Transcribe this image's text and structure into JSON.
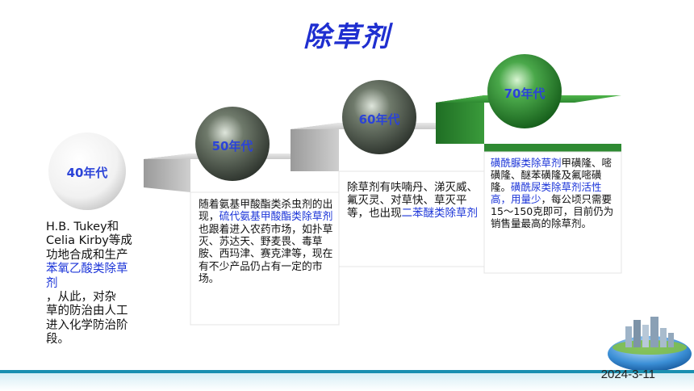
{
  "title": "除草剂",
  "steps": [
    {
      "label": "40年代",
      "parts": [
        {
          "t": "H.B. Tukey和"
        },
        {
          "t": "Celia Kirby等成"
        },
        {
          "t": "功地合成和生产"
        },
        {
          "t": "苯氧乙酸类除草",
          "hl": true
        },
        {
          "t": "剂",
          "hl": true
        },
        {
          "t": "，从此，对杂"
        },
        {
          "t": "草的防治由人工"
        },
        {
          "t": "进入化学防治阶"
        },
        {
          "t": "段。"
        }
      ]
    },
    {
      "label": "50年代",
      "parts": [
        {
          "t": "随着氨基甲酸酯类杀虫剂的出现，"
        },
        {
          "t": "硫代氨基甲酸酯类除草剂",
          "hl": true
        },
        {
          "t": "也跟着进入农药市场，如扑草灭、苏达天、野麦畏、毒草胺、西玛津、赛克津等，现在有不少产品仍占有一定的市场。"
        }
      ]
    },
    {
      "label": "60年代",
      "parts": [
        {
          "t": "除草剂有呋喃丹、涕灭威、氟灭灵、对草快、草灭平等，也出现"
        },
        {
          "t": "二苯醚类除草剂",
          "hl": true
        }
      ]
    },
    {
      "label": "70年代",
      "parts": [
        {
          "t": "磺酰脲类除草剂",
          "hl": true
        },
        {
          "t": "甲磺隆、嘧磺隆、醚苯磺隆及氟嘧磺隆。"
        },
        {
          "t": "磺酰尿类除草剂活性高，用量少",
          "hl": true
        },
        {
          "t": "，每公顷只需要15～150克即可，目前仍为销售量最高的除草剂。"
        }
      ]
    }
  ],
  "footer": {
    "date": "2024-3-11"
  },
  "colors": {
    "title": "#1f2fd0",
    "highlight": "#1b34d8",
    "label": "#2b43d8"
  },
  "icons": {
    "decoration": "globe-city-icon"
  }
}
